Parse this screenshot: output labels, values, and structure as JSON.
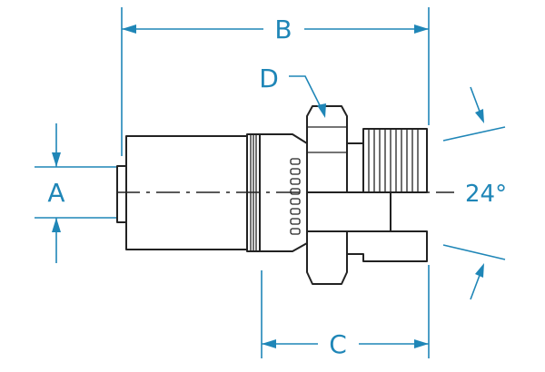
{
  "diagram": {
    "labels": {
      "a": "A",
      "b": "B",
      "c": "C",
      "d": "D",
      "angle": "24°"
    },
    "colors": {
      "dimension": "#1f86b7",
      "outline": "#222222",
      "hatch": "#222222"
    }
  }
}
